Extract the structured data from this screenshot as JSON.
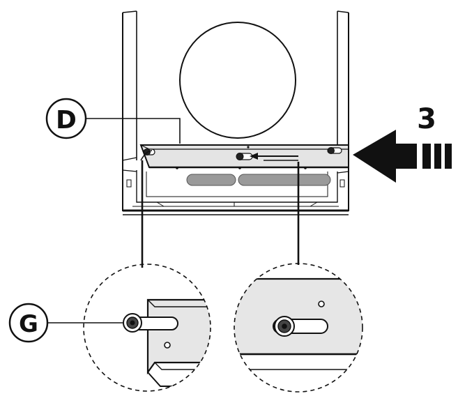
{
  "callouts": {
    "d_label": "D",
    "g_label": "G",
    "step_number": "3"
  },
  "icons": {
    "arrow": "push-direction-arrow-icon",
    "screw": "screw-icon",
    "slot": "keyhole-slot-icon"
  },
  "colors": {
    "line": "#111111",
    "panel_fill": "#e6e6e6",
    "gray_bar": "#9a9a9a",
    "arrow": "#111111"
  }
}
